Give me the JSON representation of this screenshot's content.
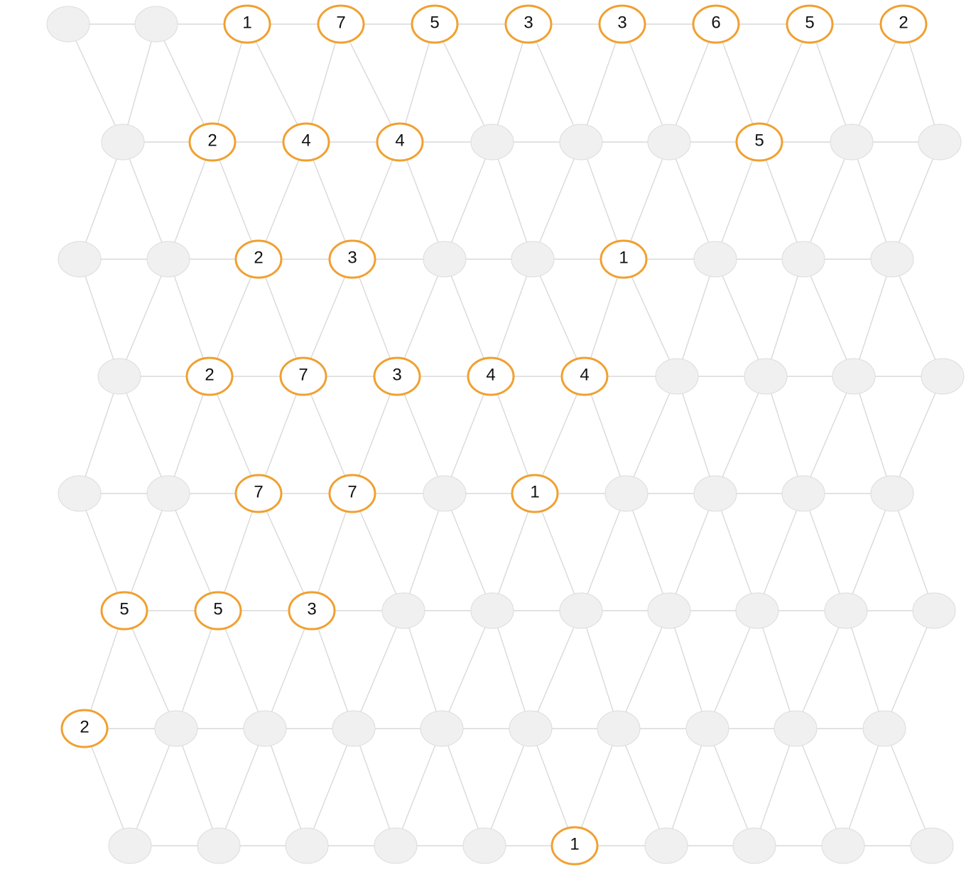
{
  "colors": {
    "edge": "#d9d9d9",
    "empty_fill": "#f0f0f0",
    "empty_stroke": "#dcdcdc",
    "numbered_fill": "#ffffff",
    "numbered_stroke": "#f0a030",
    "label": "#111111"
  },
  "rows": [
    [
      "",
      "",
      "1",
      "7",
      "5",
      "3",
      "3",
      "6",
      "5",
      "2"
    ],
    [
      "",
      "2",
      "4",
      "4",
      "",
      "",
      "",
      "5",
      "",
      ""
    ],
    [
      "",
      "",
      "2",
      "3",
      "",
      "",
      "1",
      "",
      "",
      ""
    ],
    [
      "",
      "2",
      "7",
      "3",
      "4",
      "4",
      "",
      "",
      "",
      ""
    ],
    [
      "",
      "",
      "7",
      "7",
      "",
      "1",
      "",
      "",
      "",
      ""
    ],
    [
      "5",
      "5",
      "3",
      "",
      "",
      "",
      "",
      "",
      "",
      ""
    ],
    [
      "2",
      "",
      "",
      "",
      "",
      "",
      "",
      "",
      "",
      ""
    ],
    [
      "",
      "",
      "",
      "",
      "",
      "1",
      "",
      "",
      "",
      ""
    ]
  ]
}
